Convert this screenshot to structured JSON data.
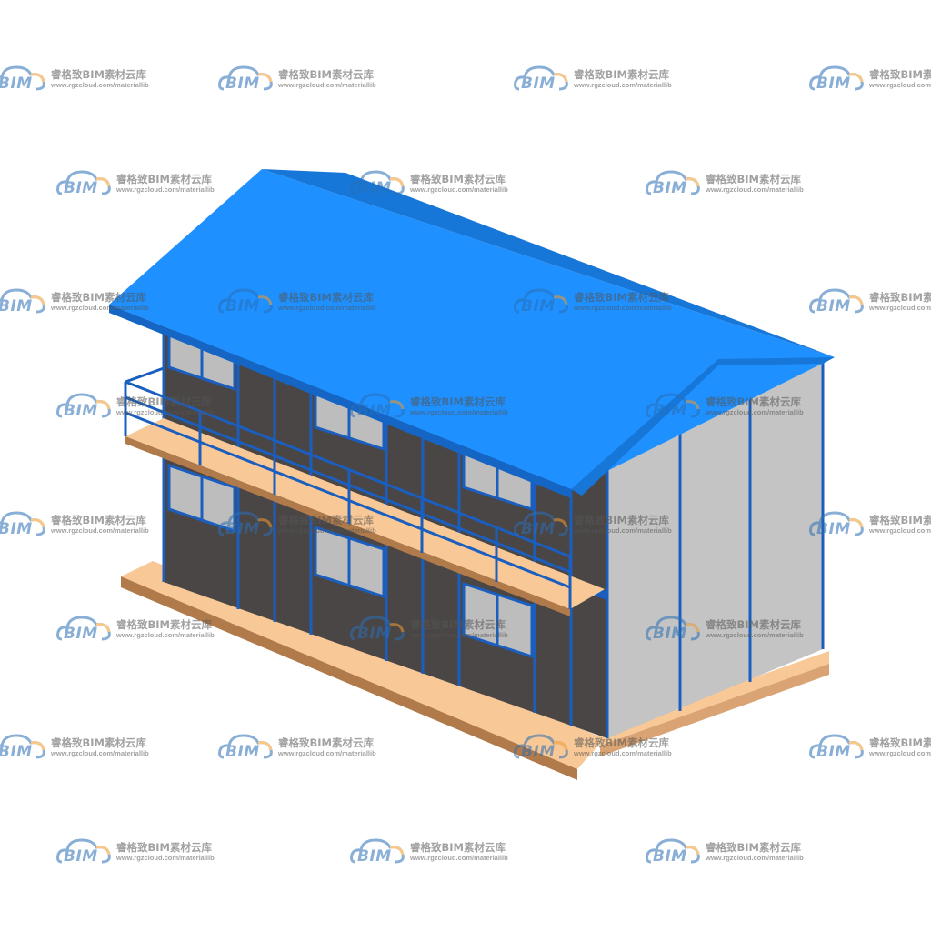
{
  "image": {
    "subject": "two-storey prefabricated house, isometric view",
    "colors": {
      "roof": "#1e90ff",
      "roof_shade": "#1677d9",
      "wall_dark": "#4a4646",
      "gable_wall": "#c4c4c4",
      "frame": "#1a5fbf",
      "deck": "#f8c896",
      "deck_side": "#b07a4a",
      "window_glass": "#bdbdbd",
      "background": "#ffffff"
    }
  },
  "watermark": {
    "logo_text": "BIM",
    "brand": "睿格致BIM素材云库",
    "url": "www.rgzcloud.com/materiallib"
  }
}
